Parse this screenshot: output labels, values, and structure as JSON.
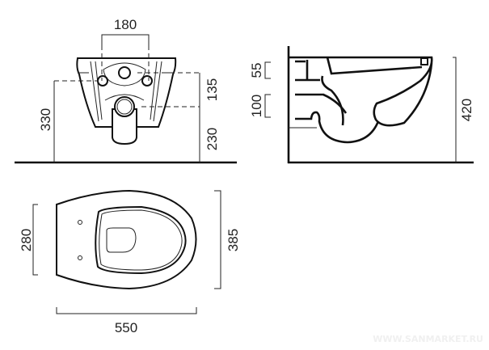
{
  "front_view": {
    "dim_hole_spacing": "180",
    "dim_total_height": "330",
    "dim_upper": "135",
    "dim_lower": "230"
  },
  "side_view": {
    "dim_55": "55",
    "dim_100": "100",
    "dim_height": "420"
  },
  "plan_view": {
    "dim_seat": "280",
    "dim_width": "385",
    "dim_length": "550"
  },
  "watermark": "WWW.SANMARKET.RU"
}
